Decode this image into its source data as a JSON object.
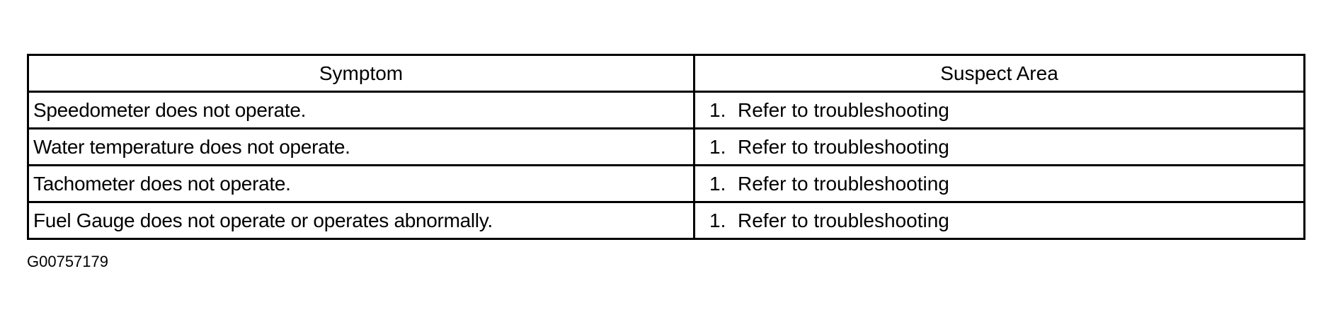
{
  "table": {
    "headers": [
      "Symptom",
      "Suspect Area"
    ],
    "rows": [
      {
        "symptom": "Speedometer does not operate.",
        "area_num": "1.",
        "area_text": "Refer to troubleshooting"
      },
      {
        "symptom": "Water temperature does not operate.",
        "area_num": "1.",
        "area_text": "Refer to troubleshooting"
      },
      {
        "symptom": "Tachometer does not operate.",
        "area_num": "1.",
        "area_text": "Refer to troubleshooting"
      },
      {
        "symptom": "Fuel Gauge does not operate or operates abnormally.",
        "area_num": "1.",
        "area_text": "Refer to troubleshooting"
      }
    ]
  },
  "figure_id": "G00757179"
}
